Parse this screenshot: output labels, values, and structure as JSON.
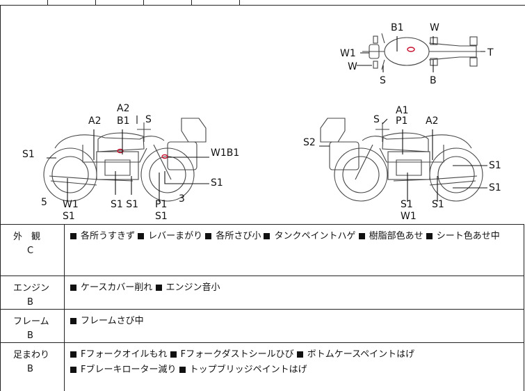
{
  "diagram": {
    "labels": {
      "top_B1": "B1",
      "top_W_top": "W",
      "top_W1": "W1",
      "top_W_left": "W",
      "top_T": "T",
      "top_S": "S",
      "top_B": "B",
      "left_A2": "A2",
      "left_A2_upper": "A2",
      "left_B1": "B1",
      "left_S_top": "S",
      "left_S1_front": "S1",
      "left_W1B1": "W1B1",
      "left_S1_rear": "S1",
      "left_5": "5",
      "left_W1": "W1",
      "left_S1_a": "S1",
      "left_S1S1": "S1 S1",
      "left_P1": "P1",
      "left_S1_b": "S1",
      "left_3": "3",
      "right_A1": "A1",
      "right_S_top": "S",
      "right_P1": "P1",
      "right_A2": "A2",
      "right_S2": "S2",
      "right_S1_upper": "S1",
      "right_S1_lower": "S1",
      "right_S1_a": "S1",
      "right_W1": "W1",
      "right_S1_b": "S1"
    }
  },
  "conditions": [
    {
      "category": "外　観",
      "grade": "C",
      "items": [
        "各所うすきず",
        "レバーまがり",
        "各所さび小",
        "タンクペイントハゲ",
        "樹脂部色あせ",
        "シート色あせ中"
      ]
    },
    {
      "category": "エンジン",
      "grade": "B",
      "items": [
        "ケースカバー削れ",
        "エンジン音小"
      ]
    },
    {
      "category": "フレーム",
      "grade": "B",
      "items": [
        "フレームさび中"
      ]
    },
    {
      "category": "足まわり",
      "grade": "B",
      "items": [
        "Fフォークオイルもれ",
        "Fフォークダストシールひび",
        "ボトムケースペイントはげ",
        "Fブレーキローター減り",
        "トップブリッジペイントはげ"
      ]
    }
  ]
}
